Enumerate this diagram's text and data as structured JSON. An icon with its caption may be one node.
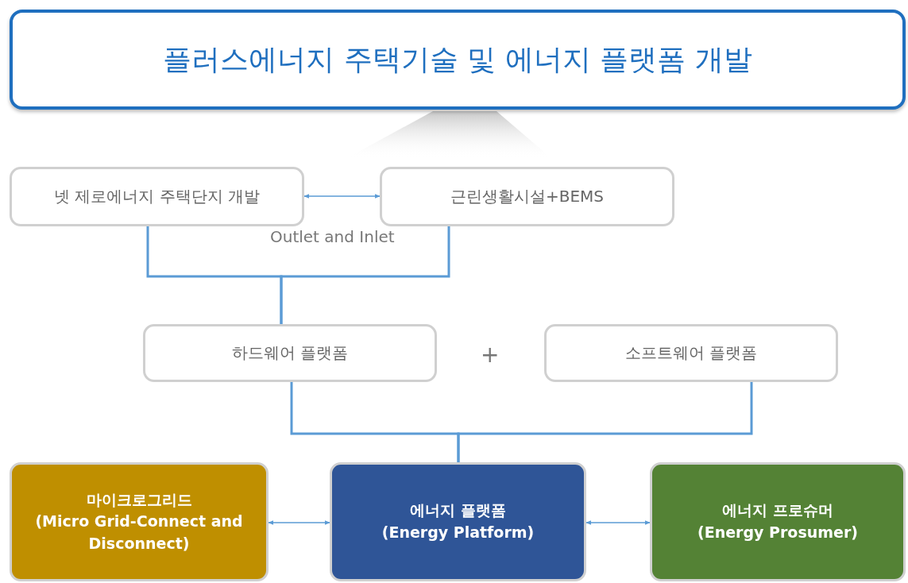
{
  "diagram": {
    "nodes": [
      {
        "text": [
          "플러스에너지 주택기술 및 에너지 플랫폼 개발"
        ]
      },
      {
        "text": [
          "넷 제로에너지 주택단지 개발"
        ]
      },
      {
        "text": [
          "근린생활시설+BEMS"
        ]
      },
      {
        "text": [
          "하드웨어 플랫폼"
        ]
      },
      {
        "text": [
          "소프트웨어 플랫폼"
        ]
      },
      {
        "text": [
          "마이크로그리드",
          "(Micro Grid-Connect and Disconnect)"
        ]
      },
      {
        "text": [
          "에너지 플랫폼",
          "(Energy Platform)"
        ]
      },
      {
        "text": [
          "에너지 프로슈머",
          "(Energy Prosumer)"
        ]
      }
    ],
    "edges": [
      {
        "from": 1,
        "to": 2,
        "arrow": "both"
      },
      {
        "from": 1,
        "to": 3,
        "arrow": "none"
      },
      {
        "from": 2,
        "to": 3,
        "arrow": "none"
      },
      {
        "from": 3,
        "to": 6,
        "arrow": "none"
      },
      {
        "from": 4,
        "to": 6,
        "arrow": "none"
      },
      {
        "from": 5,
        "to": 6,
        "arrow": "both"
      },
      {
        "from": 6,
        "to": 7,
        "arrow": "both"
      }
    ],
    "labels": [
      "Outlet and Inlet",
      "+"
    ]
  }
}
